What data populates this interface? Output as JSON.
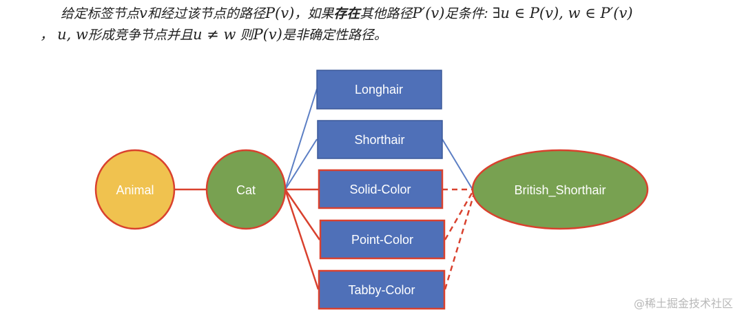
{
  "definition": {
    "line1": {
      "t1": "给定标签节点",
      "v": "v",
      "t2": "和经过该节点的路径",
      "Pv": "P(v)",
      "t3": "，如果",
      "bold": "存在",
      "t4": "其他路径",
      "Ppv": "P′(v)",
      "t5": "足条件: ",
      "cond": "∃u ∈ P(v), w ∈ P′(v)"
    },
    "line2": {
      "comma": "，",
      "uw": "u, w",
      "t1": "形成竞争节点并且",
      "neq": "u ≠ w",
      "t2": " 则",
      "Pv": "P(v)",
      "t3": "是非确定性路径。"
    }
  },
  "diagram": {
    "nodes": {
      "animal": "Animal",
      "cat": "Cat",
      "longhair": "Longhair",
      "shorthair": "Shorthair",
      "solid_color": "Solid-Color",
      "point_color": "Point-Color",
      "tabby_color": "Tabby-Color",
      "british_shorthair": "British_Shorthair"
    },
    "colors": {
      "box_fill": "#4f70b8",
      "box_border_blue": "#3b5998",
      "box_border_red": "#d9412e",
      "animal_fill": "#f0c24f",
      "cat_fill": "#78a151",
      "red_line": "#d9412e",
      "blue_line": "#5b7ec4"
    }
  },
  "watermark": "@稀土掘金技术社区"
}
